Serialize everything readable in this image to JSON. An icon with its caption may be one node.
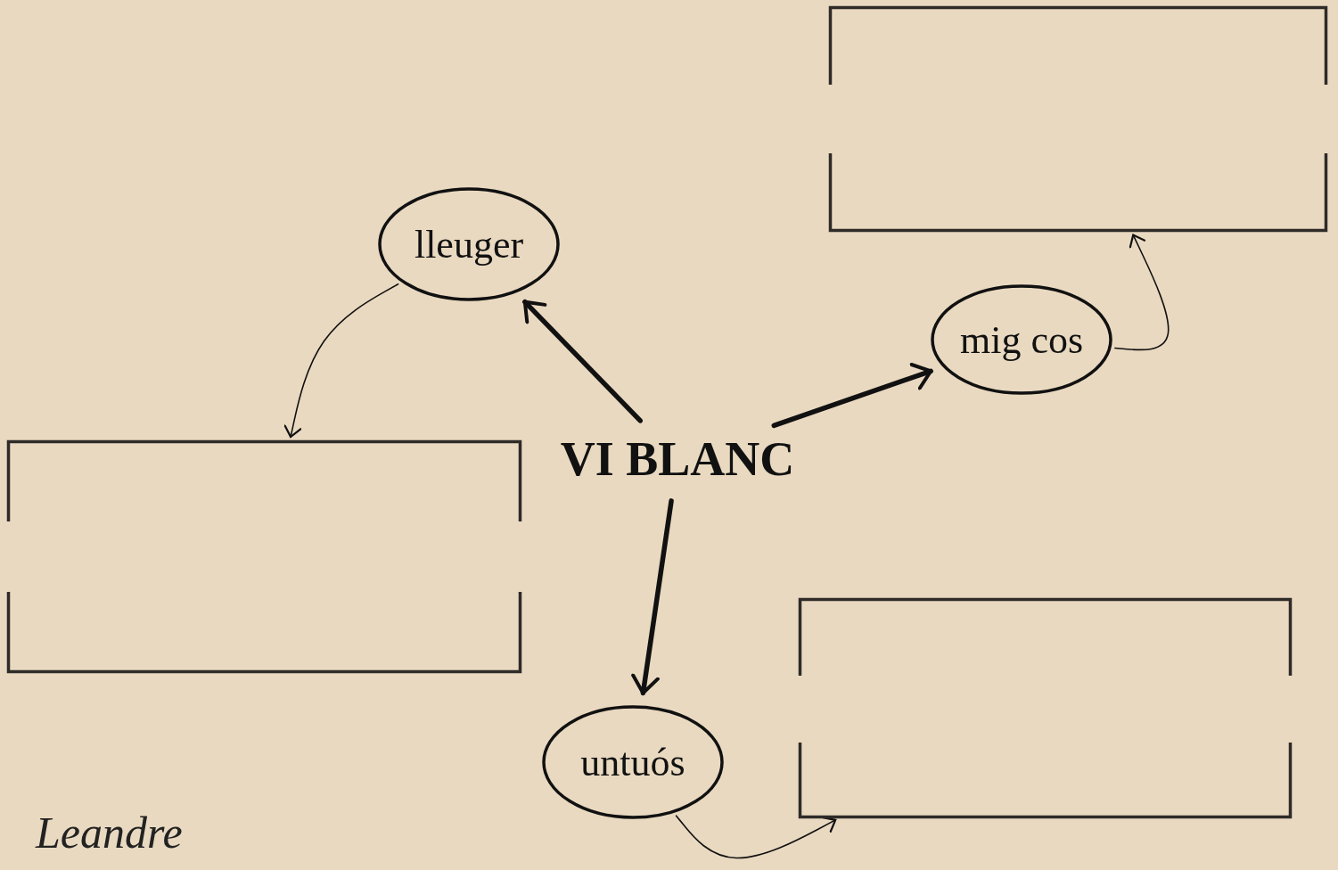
{
  "diagram": {
    "nodes": [
      {
        "text": [
          "VI BLANC"
        ]
      },
      {
        "text": [
          "lleuger"
        ]
      },
      {
        "text": [
          "mig cos"
        ]
      },
      {
        "text": [
          "untuós"
        ]
      },
      {
        "text": [],
        "shape": "box"
      },
      {
        "text": [],
        "shape": "box"
      },
      {
        "text": [],
        "shape": "box"
      }
    ],
    "edges": [
      {
        "from": 0,
        "to": 1,
        "arrow": "to",
        "style": "thick"
      },
      {
        "from": 0,
        "to": 2,
        "arrow": "to",
        "style": "thick"
      },
      {
        "from": 0,
        "to": 3,
        "arrow": "to",
        "style": "thick"
      },
      {
        "from": 1,
        "to": 5,
        "arrow": "to"
      },
      {
        "from": 2,
        "to": 4,
        "arrow": "to"
      },
      {
        "from": 3,
        "to": 6,
        "arrow": "to"
      }
    ],
    "labels": [
      "Leandre"
    ]
  }
}
